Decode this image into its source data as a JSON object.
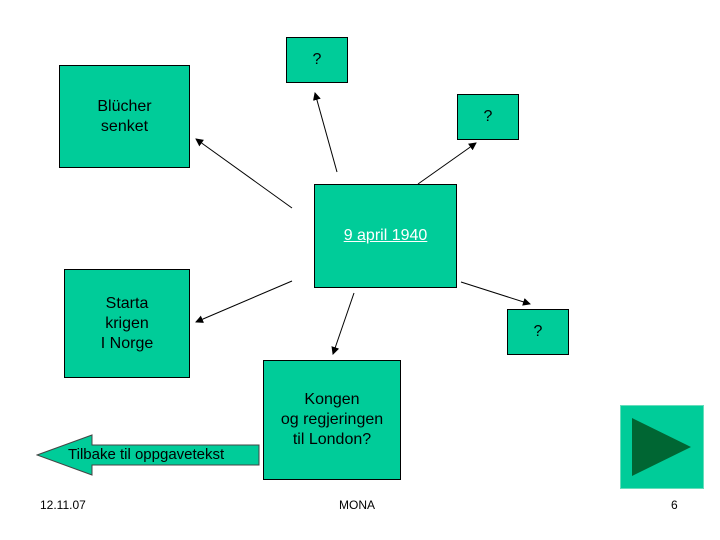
{
  "center": {
    "label": "9 april 1940"
  },
  "nodes": {
    "blucher": "Blücher\nsenket",
    "q_top": "?",
    "q_right": "?",
    "q_lower_right": "?",
    "starta": "Starta\nkrigen\nI Norge",
    "kongen": "Kongen\nog regjeringen\ntil London?"
  },
  "back_button": {
    "label": "Tilbake til oppgavetekst"
  },
  "footer": {
    "date": "12.11.07",
    "title": "MONA",
    "page": "6"
  },
  "colors": {
    "box": "#00cc99",
    "next_arrow": "#006633"
  },
  "icons": {
    "back": "left-arrow-icon",
    "next": "play-triangle-icon"
  }
}
